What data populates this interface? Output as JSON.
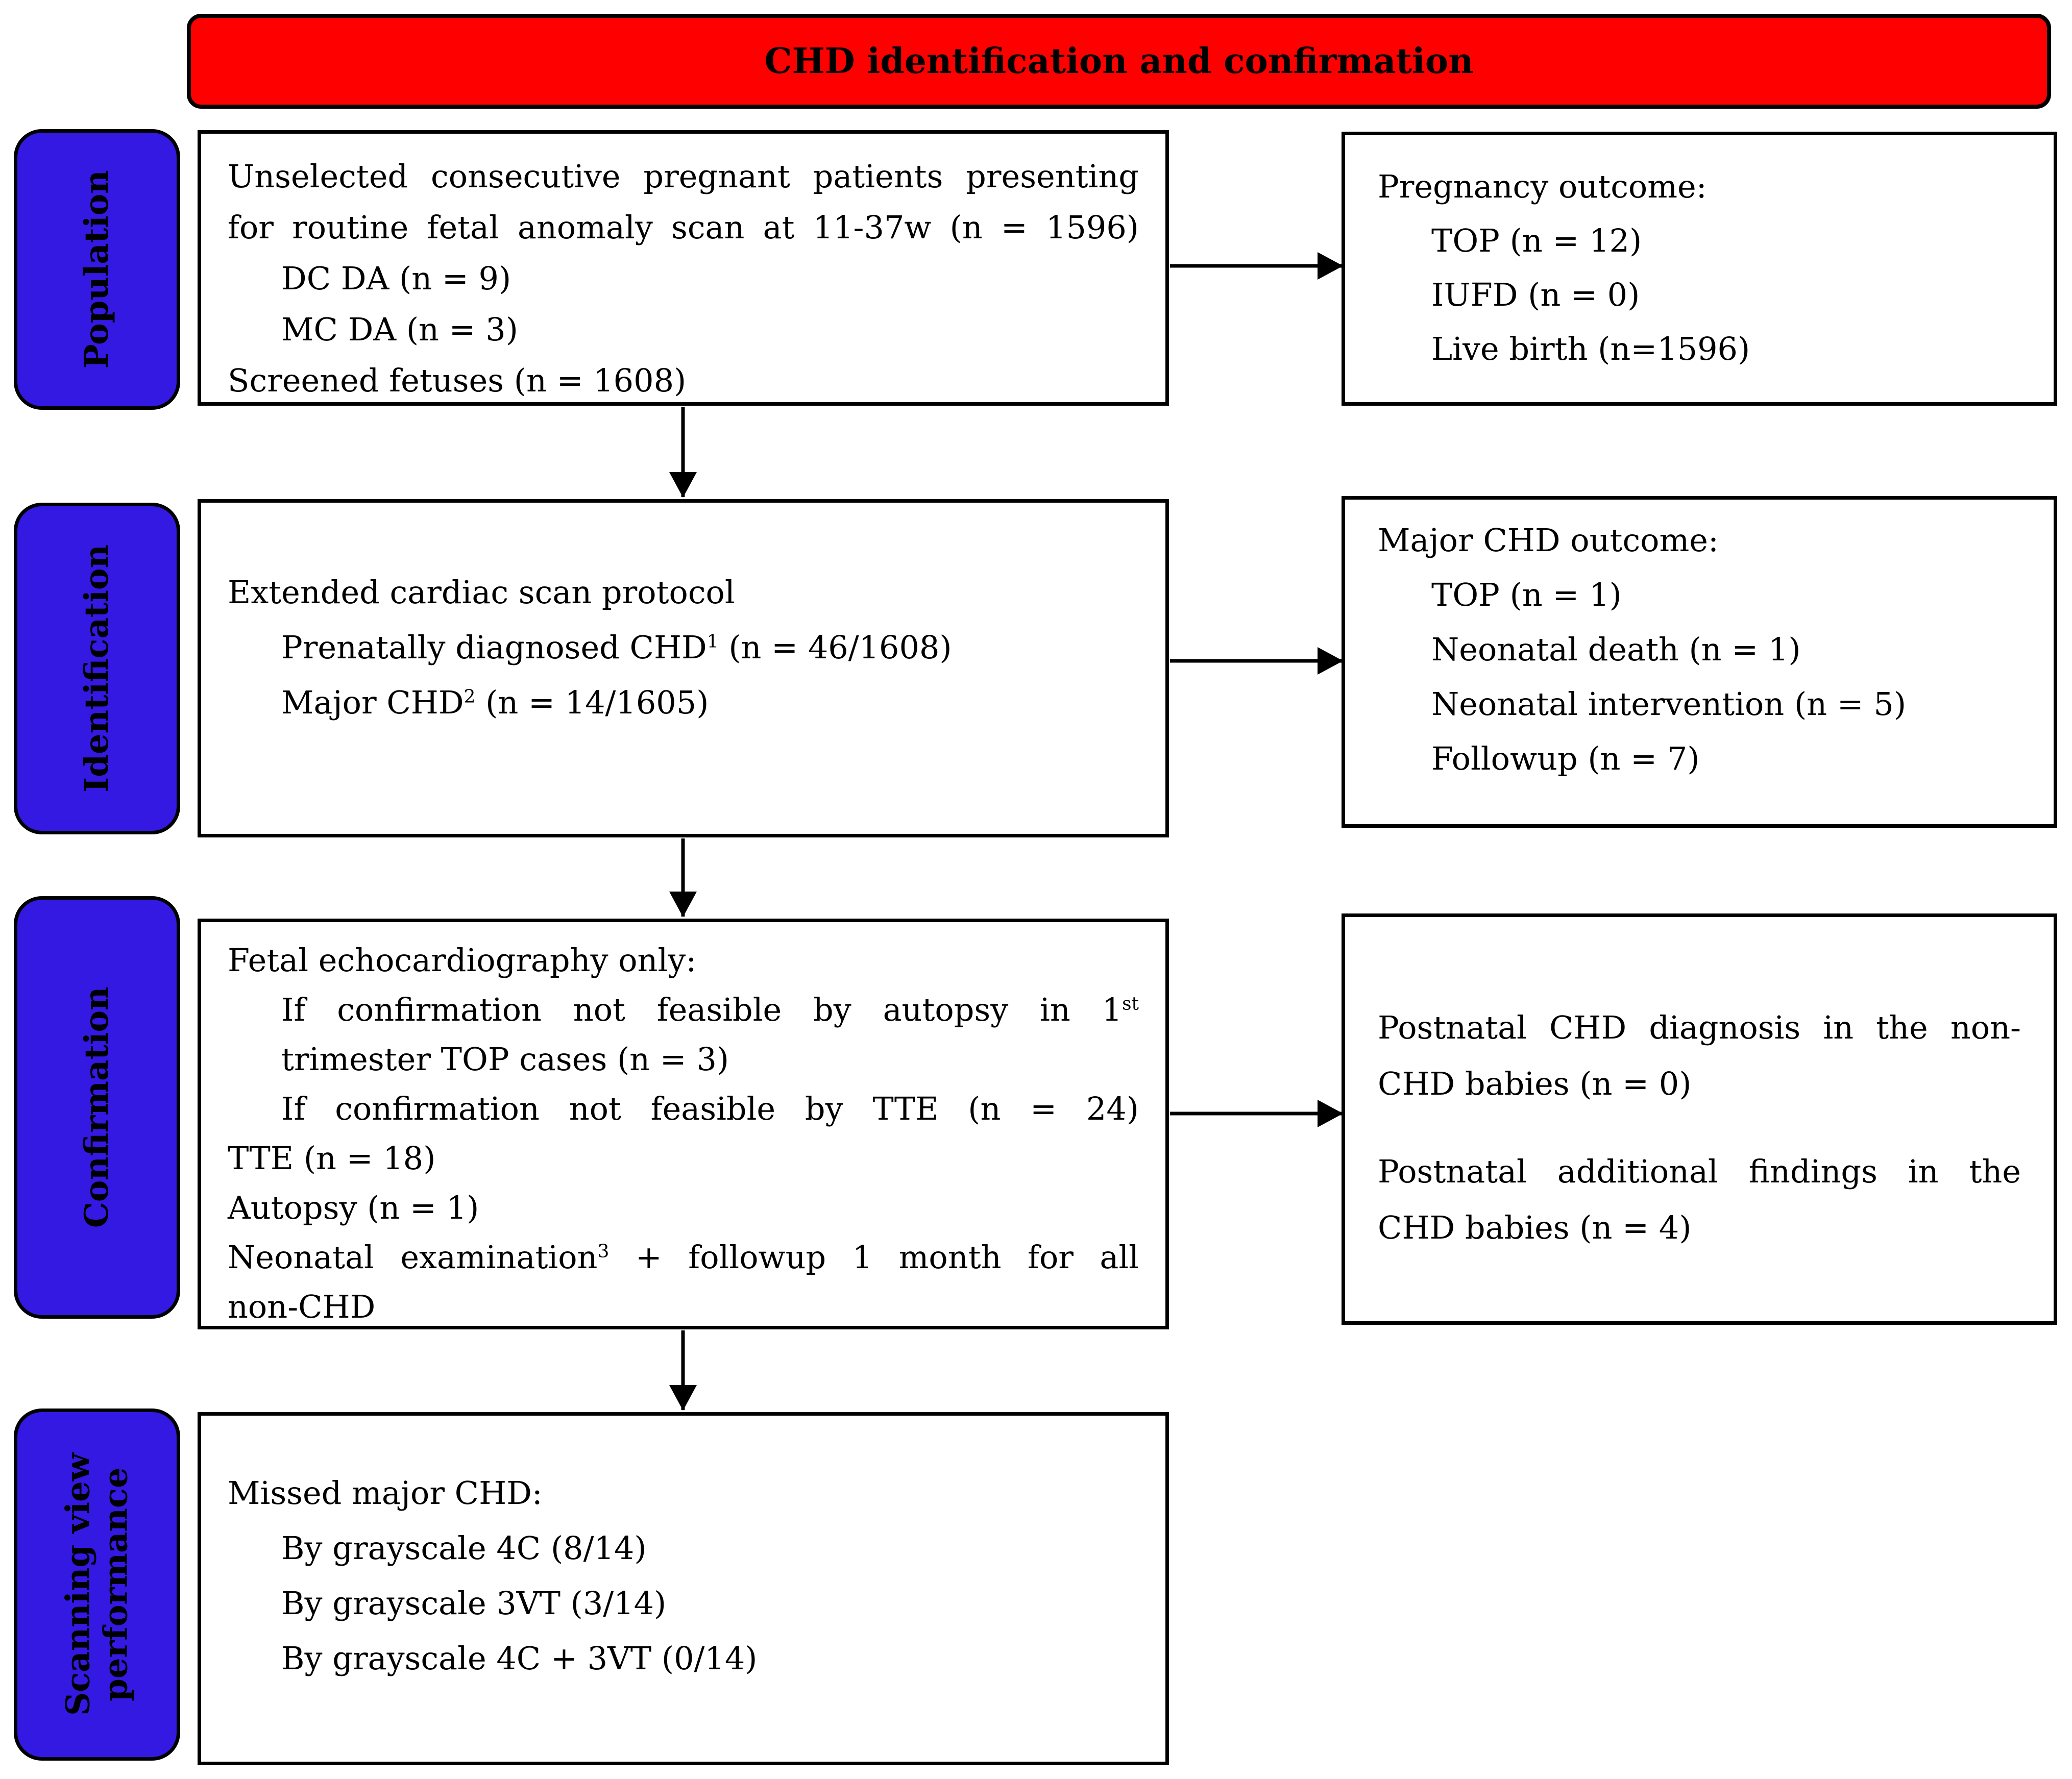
{
  "banner": {
    "title": "CHD identification and confirmation"
  },
  "colors": {
    "banner": "#FF0000",
    "stage": "#3319E1",
    "border": "#000000"
  },
  "stages": {
    "population": "Population",
    "identification": "Identification",
    "confirmation": "Confirmation",
    "scanning": "Scanning view performance"
  },
  "main_boxes": {
    "population": {
      "l1": "Unselected consecutive pregnant patients presenting",
      "l2": "for routine fetal anomaly scan at 11-37w (n = 1596)",
      "l3": "DC DA (n = 9)",
      "l4": "MC DA (n = 3)",
      "l5": "Screened fetuses (n = 1608)"
    },
    "identification": {
      "l1": "Extended cardiac scan protocol",
      "l2_pre": "Prenatally diagnosed CHD",
      "l2_sup": "1",
      "l2_post": " (n = 46/1608)",
      "l3_pre": "Major CHD",
      "l3_sup": "2",
      "l3_post": " (n = 14/1605)"
    },
    "confirmation": {
      "l1": "Fetal echocardiography only:",
      "l2_pre": "If confirmation not feasible by autopsy in 1",
      "l2_sup": "st",
      "l3": "trimester TOP cases (n = 3)",
      "l4": "If confirmation not feasible by TTE (n = 24)",
      "l5": "TTE (n = 18)",
      "l6": "Autopsy (n = 1)",
      "l7_pre": "Neonatal examination",
      "l7_sup": "3",
      "l7_post": " + followup 1 month for all",
      "l8": "non-CHD"
    },
    "scanning": {
      "l1": "Missed major CHD:",
      "l2": "By grayscale 4C (8/14)",
      "l3": "By grayscale 3VT (3/14)",
      "l4": "By grayscale 4C + 3VT (0/14)"
    }
  },
  "outcome_boxes": {
    "pregnancy": {
      "l1": "Pregnancy outcome:",
      "l2": "TOP (n = 12)",
      "l3": "IUFD (n = 0)",
      "l4": "Live birth (n=1596)"
    },
    "major_chd": {
      "l1": "Major CHD outcome:",
      "l2": "TOP (n = 1)",
      "l3": "Neonatal death (n = 1)",
      "l4": "Neonatal intervention (n = 5)",
      "l5": "Followup (n = 7)"
    },
    "postnatal": {
      "p1l1": "Postnatal CHD diagnosis in the non-",
      "p1l2": "CHD babies (n = 0)",
      "p2l1": "Postnatal additional findings in the",
      "p2l2": "CHD babies (n = 4)"
    }
  }
}
